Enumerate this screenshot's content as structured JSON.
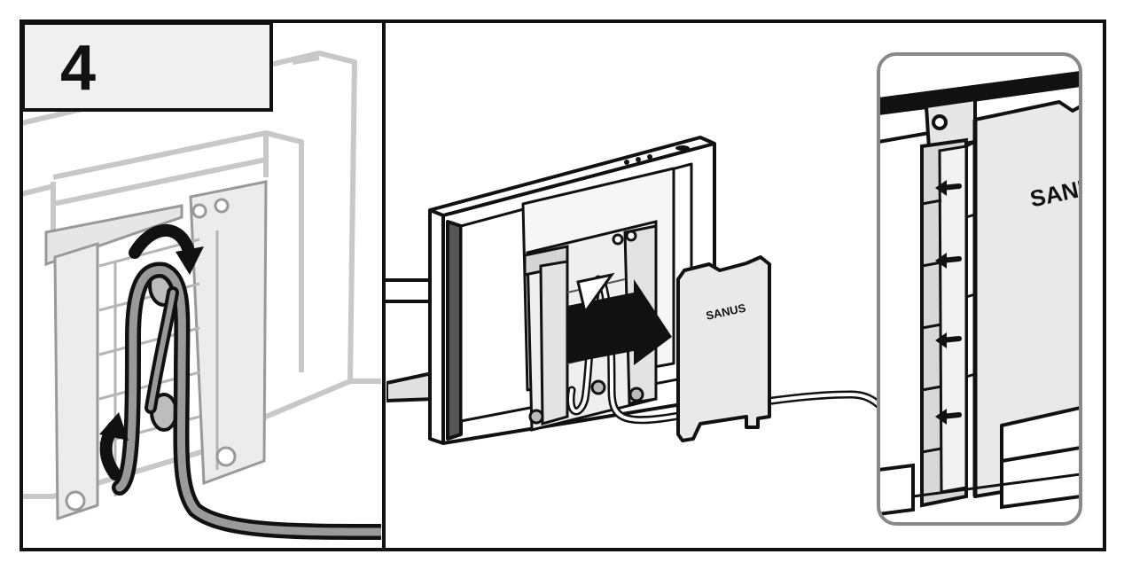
{
  "step": {
    "number": "4"
  },
  "labels": {
    "cover_brand": "SANUS",
    "detail_brand": "SANU"
  },
  "colors": {
    "line": "#111111",
    "faded": "#c8c8c8",
    "panel_fill": "#e6e6e6",
    "cover_fill": "#e9e9e9",
    "step_box_fill": "#f0f0f0"
  },
  "icons": {
    "rotate": "curved-arrow-icon",
    "lift": "curved-arrow-icon",
    "push": "arrow-right-icon",
    "insert": "arrow-left-icon"
  }
}
